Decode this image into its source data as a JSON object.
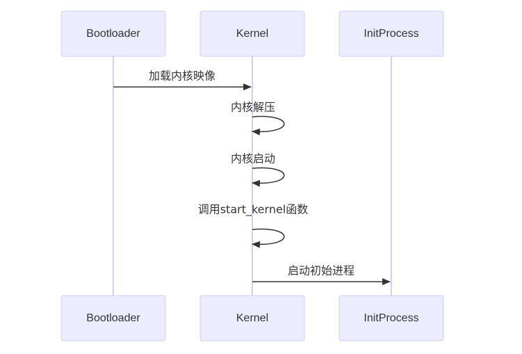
{
  "diagram": {
    "type": "sequence",
    "colors": {
      "actor_fill": "#ececff",
      "actor_border": "#d0cdf5",
      "lifeline": "#d4d0f2",
      "arrow": "#333333",
      "text": "#333333"
    },
    "participants": [
      {
        "id": "bootloader",
        "label": "Bootloader"
      },
      {
        "id": "kernel",
        "label": "Kernel"
      },
      {
        "id": "initprocess",
        "label": "InitProcess"
      }
    ],
    "messages": [
      {
        "from": "bootloader",
        "to": "kernel",
        "label": "加载内核映像"
      },
      {
        "from": "kernel",
        "to": "kernel",
        "label": "内核解压"
      },
      {
        "from": "kernel",
        "to": "kernel",
        "label": "内核启动"
      },
      {
        "from": "kernel",
        "to": "kernel",
        "label": "调用start_kernel函数"
      },
      {
        "from": "kernel",
        "to": "initprocess",
        "label": "启动初始进程"
      }
    ]
  }
}
